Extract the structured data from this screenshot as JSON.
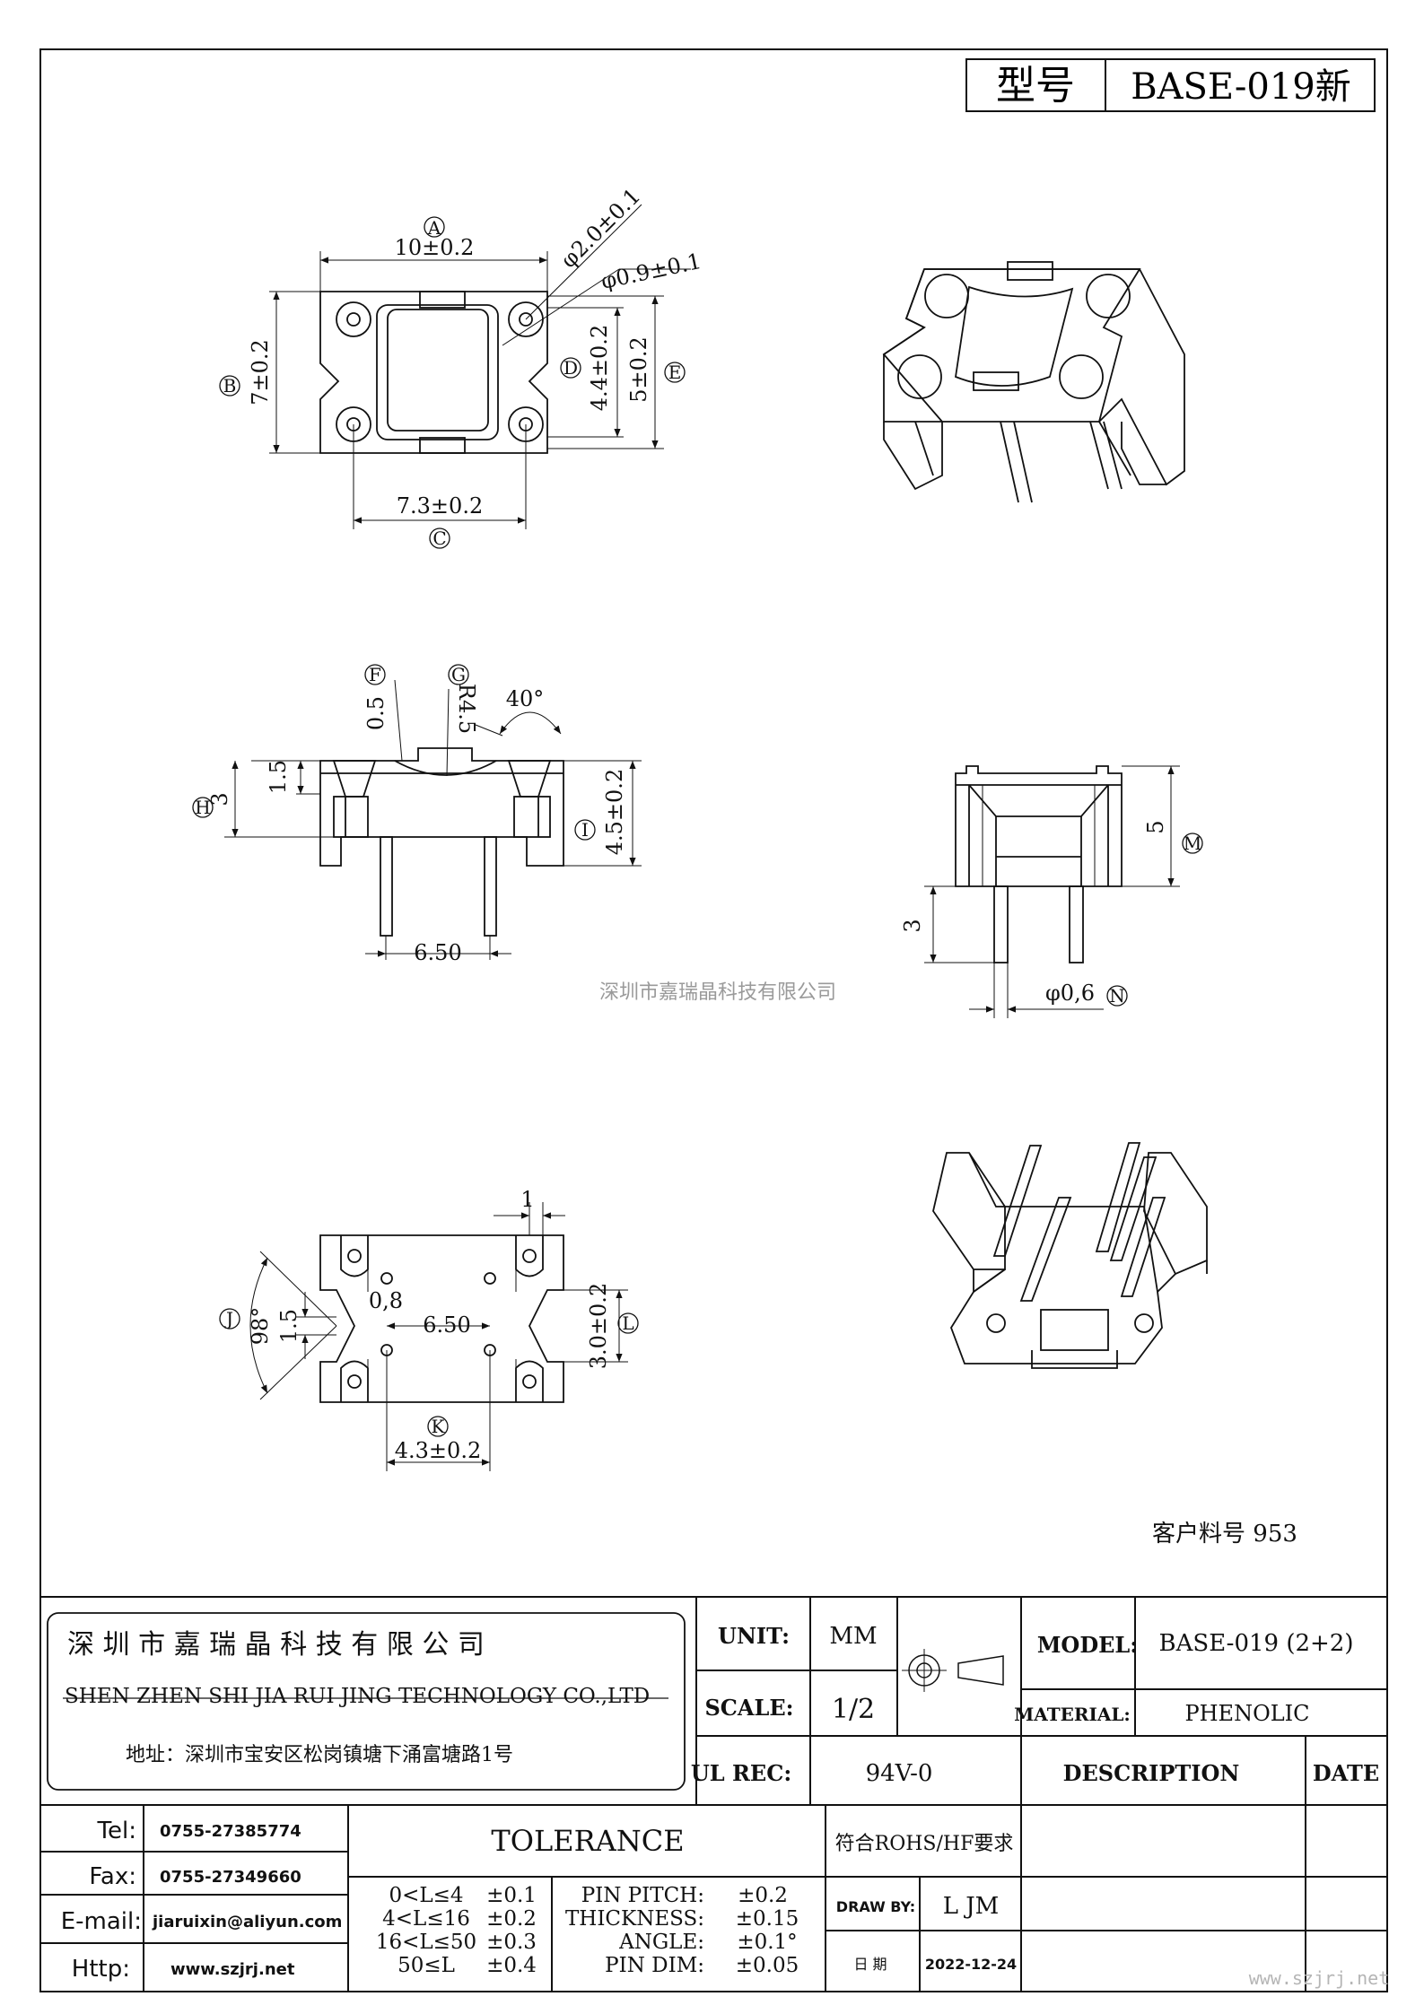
{
  "header": {
    "model_label": "型号",
    "model_value": "BASE-019新"
  },
  "dims": {
    "A": "A",
    "B": "B",
    "C": "C",
    "D": "D",
    "E": "E",
    "F": "F",
    "G": "G",
    "H": "H",
    "I": "I",
    "J": "J",
    "K": "K",
    "L": "L",
    "M": "M",
    "N": "N",
    "top_width": "10±0.2",
    "top_height": "7±0.2",
    "top_pitch": "7.3±0.2",
    "top_D": "4.4±0.2",
    "top_E": "5±0.2",
    "hole_big": "φ2.0±0.1",
    "hole_small": "φ0.9±0.1",
    "side_F": "0.5",
    "side_G": "R4.5",
    "side_angle": "40°",
    "side_H": "3",
    "side_15": "1.5",
    "side_I": "4.5±0.2",
    "side_pitch": "6.50",
    "end_M": "5",
    "end_3": "3",
    "end_N": "φ0,6",
    "bot_1": "1",
    "bot_08": "0,8",
    "bot_pitch": "6.50",
    "bot_15": "1.5",
    "bot_J": "98°",
    "bot_L": "3.0±0.2",
    "bot_K": "4.3±0.2"
  },
  "watermark": "深圳市嘉瑞晶科技有限公司",
  "customer_no": "客户料号 953",
  "company": {
    "name_cn": "深 圳 市 嘉 瑞 晶 科 技 有 限 公 司",
    "name_en": "SHEN ZHEN SHI   JIA RUI JING   TECHNOLOGY CO.,LTD",
    "address": "地址：深圳市宝安区松岗镇塘下涌富塘路1号"
  },
  "contacts": [
    {
      "label": "Tel:",
      "value": "0755-27385774"
    },
    {
      "label": "Fax:",
      "value": "0755-27349660"
    },
    {
      "label": "E-mail:",
      "value": "jiaruixin@aliyun.com"
    },
    {
      "label": "Http:",
      "value": "www.szjrj.net"
    }
  ],
  "spec": {
    "unit_label": "UNIT:",
    "unit_value": "MM",
    "scale_label": "SCALE:",
    "scale_value": "1/2",
    "ul_label": "UL REC:",
    "ul_value": "94V-0",
    "model_label": "MODEL:",
    "model_value": "BASE-019 (2+2)",
    "material_label": "MATERIAL:",
    "material_value": "PHENOLIC",
    "desc_label": "DESCRIPTION",
    "date_label": "DATE"
  },
  "tolerance": {
    "title": "TOLERANCE",
    "ranges": [
      {
        "range": "0<L≤4",
        "tol": "±0.1"
      },
      {
        "range": "4<L≤16",
        "tol": "±0.2"
      },
      {
        "range": "16<L≤50",
        "tol": "±0.3"
      },
      {
        "range": "50≤L",
        "tol": "±0.4"
      }
    ],
    "others": [
      {
        "name": "PIN PITCH:",
        "tol": "±0.2"
      },
      {
        "name": "THICKNESS:",
        "tol": "±0.15"
      },
      {
        "name": "ANGLE:",
        "tol": "±0.1°"
      },
      {
        "name": "PIN DIM:",
        "tol": "±0.05"
      }
    ]
  },
  "rohs": "符合ROHS/HF要求",
  "draw_by_label": "DRAW BY:",
  "draw_by_value": "L JM",
  "date_cn_label": "日 期",
  "date_value": "2022-12-24",
  "site_watermark": "www.szjrj.net"
}
